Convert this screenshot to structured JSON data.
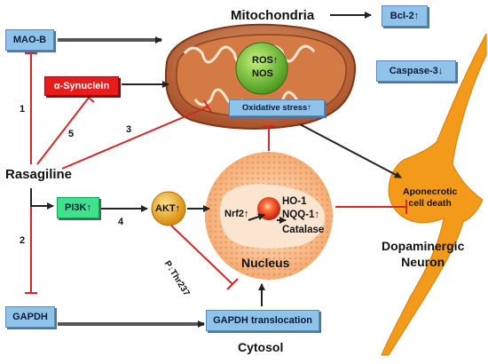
{
  "labels": {
    "mitochondria": "Mitochondria",
    "mao_b": "MAO-B",
    "bcl2": "Bcl-2",
    "caspase3": "Caspase-3",
    "alpha_synuclein": "α-Synuclein",
    "ros": "ROS",
    "nos": "NOS",
    "oxidative_stress": "Oxidative stress",
    "rasagiline": "Rasagiline",
    "pi3k": "PI3K",
    "akt": "AKT",
    "nrf2": "Nrf2",
    "ho1": "HO-1",
    "nqq1": "NQQ-1",
    "catalase": "Catalase",
    "nucleus": "Nucleus",
    "apoptosis": "Aponecrotic\ncell death",
    "neuron": "Dopaminergic\nNeuron",
    "gapdh": "GAPDH",
    "gapdh_translocation": "GAPDH translocation",
    "cytosol": "Cytosol",
    "phospho": "P↓Thr237"
  },
  "path_numbers": [
    "1",
    "5",
    "3",
    "4",
    "2"
  ]
}
